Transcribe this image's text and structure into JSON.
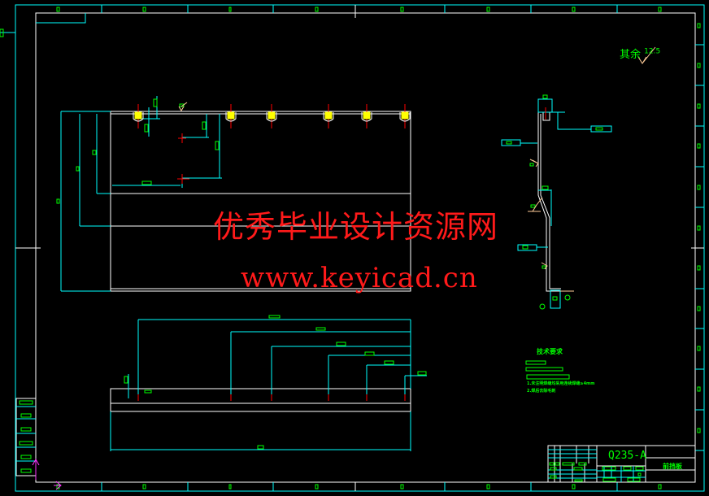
{
  "drawing": {
    "roughness_note": "其余",
    "roughness_value": "12.5",
    "material": "Q235-A",
    "tech_requirements_title": "技术要求",
    "tech_notes": [
      "1.未注明焊缝均采用连续焊缝≥4mm",
      "2.焊后去除毛刺"
    ],
    "part_name": "前挡板",
    "zone_labels": [
      "0",
      "0",
      "0",
      "0",
      "0",
      "0",
      "0",
      "0"
    ]
  },
  "watermark": {
    "text_cn": "优秀毕业设计资源网",
    "url": "www.keyicad.cn"
  },
  "colors": {
    "background": "#000000",
    "outline": "#ffffff",
    "dimension": "#00ffff",
    "text": "#00ff00",
    "centerline": "#ff0000",
    "watermark": "#ff1a1a",
    "weld": "#ffff00"
  }
}
